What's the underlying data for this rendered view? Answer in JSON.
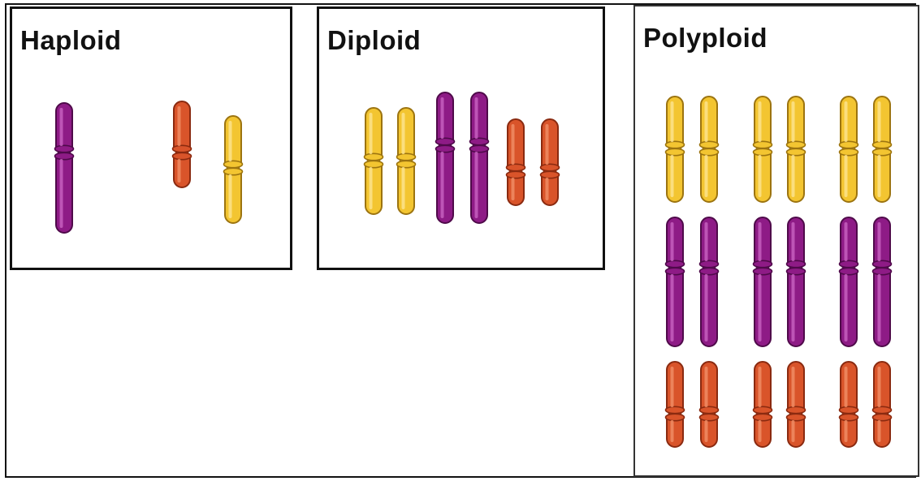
{
  "panels": [
    {
      "id": "haploid",
      "title": "Haploid"
    },
    {
      "id": "diploid",
      "title": "Diploid"
    },
    {
      "id": "polyploid",
      "title": "Polyploid"
    }
  ],
  "colors": {
    "purple": {
      "fill": "#8e1b86",
      "dark": "#4f0a4a",
      "light": "#c65fbf"
    },
    "orange": {
      "fill": "#d9542a",
      "dark": "#8a2a10",
      "light": "#f08c64"
    },
    "yellow": {
      "fill": "#f3c531",
      "dark": "#9c7410",
      "light": "#fde38c"
    }
  }
}
